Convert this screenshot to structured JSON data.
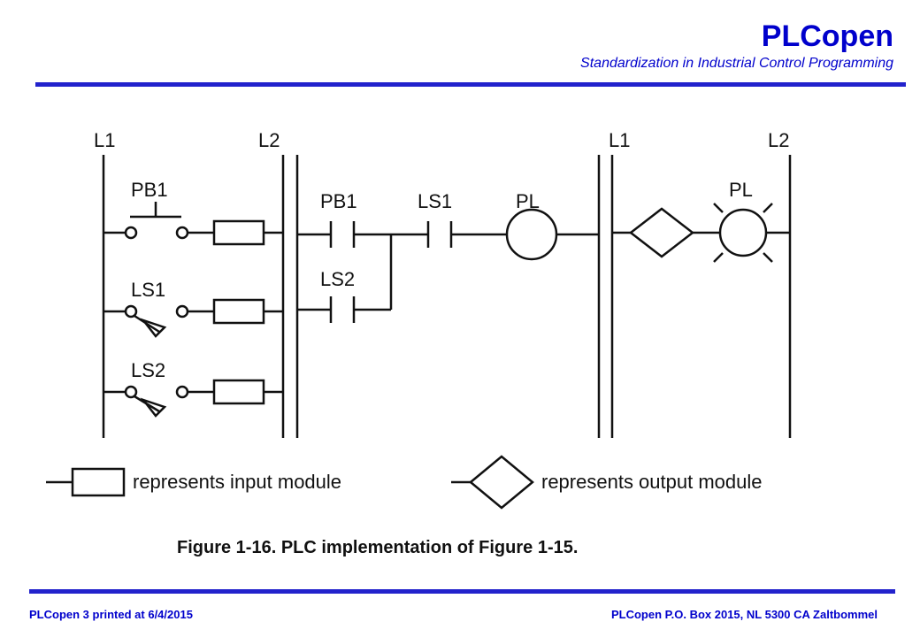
{
  "header": {
    "brand": "PLCopen",
    "tagline": "Standardization in Industrial Control Programming"
  },
  "diagram": {
    "rails": {
      "l1": "L1",
      "l2": "L2"
    },
    "inputs": [
      "PB1",
      "LS1",
      "LS2"
    ],
    "ladder": {
      "contact_pb1": "PB1",
      "contact_ls1": "LS1",
      "contact_ls2": "LS2",
      "coil": "PL"
    },
    "output": {
      "lamp": "PL"
    },
    "legend": {
      "input": "represents input module",
      "output": "represents output module"
    },
    "caption": "Figure 1-16. PLC implementation of Figure 1-15."
  },
  "footer": {
    "left": "PLCopen 3  printed at 6/4/2015",
    "right": "PLCopen P.O. Box 2015, NL 5300 CA  Zaltbommel"
  },
  "colors": {
    "brand": "#0000cc",
    "rule": "#2222cc",
    "ink": "#111111"
  }
}
